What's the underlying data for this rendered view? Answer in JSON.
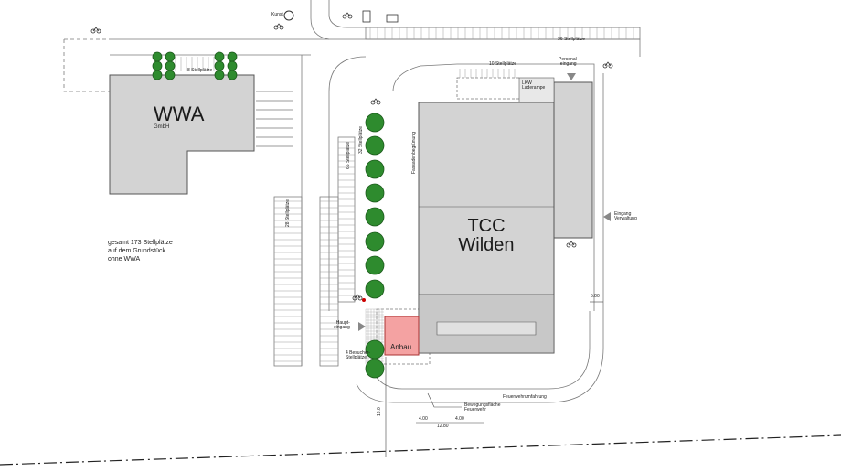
{
  "buildings": {
    "wwa": {
      "name": "WWA",
      "sub": "GmbH"
    },
    "tcc": {
      "line1": "TCC",
      "line2": "Wilden"
    },
    "anbau": "Anbau"
  },
  "parking": {
    "top_row": "36 Stellplätze",
    "wwa_row": "8 Stellplätze",
    "tcc_top": "10 Stellplätze",
    "col_a": "28 Stellplätze",
    "col_b": "65 Stellplätze",
    "col_c": "32 Stellplätze",
    "visitors": [
      "4 Besucher-",
      "Stellplätze"
    ]
  },
  "labels": {
    "kunst": "Kunst",
    "lkw": [
      "LKW",
      "Laderampe"
    ],
    "personal": [
      "Personal-",
      "eingang"
    ],
    "fassade": "Fassadenbegrünung",
    "eingang_verwaltung": [
      "Eingang",
      "Verwaltung"
    ],
    "haupteingang": [
      "Haupt-",
      "eingang"
    ],
    "feuerwehr": "Feuerwehrumfahrung",
    "bewegung": [
      "Bewegungsfläche",
      "Feuerwehr"
    ],
    "summary": [
      "gesamt 173 Stellplätze",
      "auf dem Grundstück",
      "ohne WWA"
    ]
  },
  "dimensions": {
    "d1": "4.00",
    "d2": "12.80",
    "d3": "4.00",
    "d4": "18.0",
    "d5": "5.00"
  },
  "colors": {
    "building": "#d3d3d3",
    "anbau": "#f4a2a2",
    "tree": "#2e8b2e",
    "line": "#6b6b6b"
  }
}
